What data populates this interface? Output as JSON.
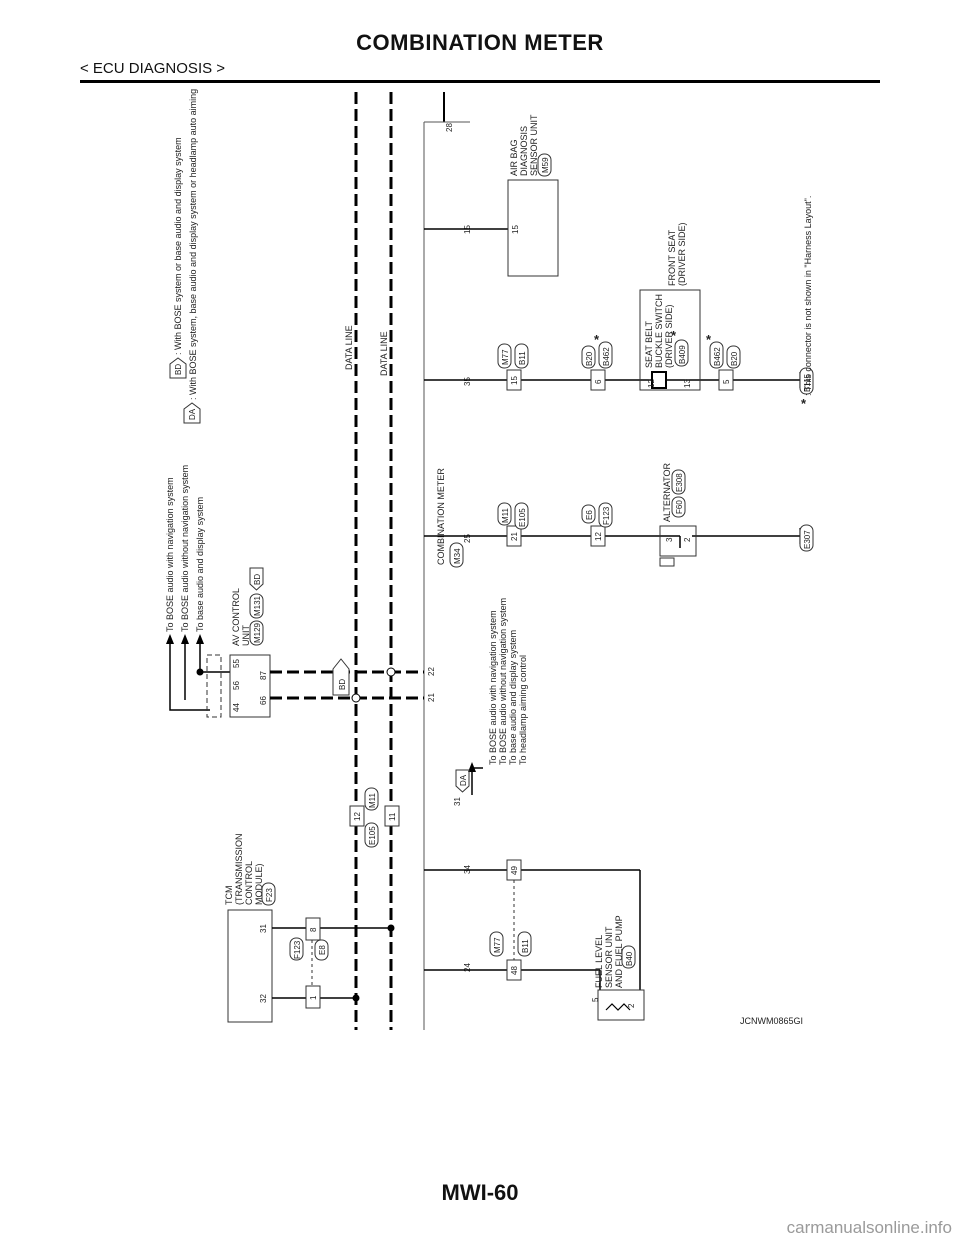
{
  "header": {
    "title": "COMBINATION METER",
    "section": "< ECU DIAGNOSIS >"
  },
  "footer": {
    "page": "MWI-60",
    "watermark": "carmanualsonline.info"
  },
  "diagram": {
    "figure_id": "JCNWM0865GI",
    "legend": {
      "bd_code": "BD",
      "bd_text": ": With BOSE system or base audio and display system",
      "da_code": "DA",
      "da_text": ": With BOSE system, base audio and display system or headlamp auto aiming"
    },
    "data_line_1": "DATA LINE",
    "data_line_2": "DATA LINE",
    "av_dest_1": "To BOSE audio with navigation system",
    "av_dest_2": "To BOSE audio without navigation system",
    "av_dest_3": "To base audio and display system",
    "av_unit_1": "AV CONTROL",
    "av_unit_2": "UNIT",
    "av_conn_1": "M129",
    "av_conn_2": "M131",
    "av_conn_bd": "BD",
    "av_pin_44": "44",
    "av_pin_56": "56",
    "av_pin_55": "55",
    "av_pin_66": "66",
    "av_pin_87": "87",
    "bd_tag": "BD",
    "meter_name": "COMBINATION METER",
    "meter_conn": "M34",
    "meter_pin_28": "28",
    "meter_pin_15": "15",
    "meter_pin_35": "35",
    "meter_pin_25": "25",
    "meter_pin_22": "22",
    "meter_pin_21": "21",
    "meter_pin_31": "31",
    "meter_pin_34": "34",
    "meter_pin_24": "24",
    "da_pin_tag": "DA",
    "meter_da_dest_1": "To BOSE audio with navigation system",
    "meter_da_dest_2": "To BOSE audio without navigation system",
    "meter_da_dest_3": "To base audio and display system",
    "meter_da_dest_4": "To headlamp aiming control",
    "airbag_1": "AIR BAG",
    "airbag_2": "DIAGNOSIS",
    "airbag_3": "SENSOR UNIT",
    "airbag_conn": "M59",
    "airbag_pin": "15",
    "tcm_1": "TCM",
    "tcm_2": "(TRANSMISSION",
    "tcm_3": "CONTROL",
    "tcm_4": "MODULE)",
    "tcm_conn": "F23",
    "tcm_pin_32": "32",
    "tcm_pin_31": "31",
    "jc_f123": "F123",
    "jc_e8": "E8",
    "jc_f123_pin1": "1",
    "jc_f123_pin8": "8",
    "jc_e105": "E105",
    "jc_m11_a": "M11",
    "jc_m11_a_pin12": "12",
    "jc_m11_a_pin11": "11",
    "jc_m77_a": "M77",
    "jc_b11_a": "B11",
    "jc_b11_pin48": "48",
    "jc_b11_pin49": "49",
    "fuel_1": "FUEL LEVEL",
    "fuel_2": "SENSOR UNIT",
    "fuel_3": "AND FUEL PUMP",
    "fuel_conn": "B40",
    "fuel_pin_5": "5",
    "fuel_pin_2": "2",
    "jc_m11_b": "M11",
    "jc_e105_b": "E105",
    "jc_pin21": "21",
    "jc_e6": "E6",
    "jc_f123_b": "F123",
    "jc_pin12": "12",
    "alt_name": "ALTERNATOR",
    "alt_conn_1": "E308",
    "alt_conn_2": "F60",
    "alt_pin_3": "3",
    "alt_pin_2": "2",
    "gnd_e307": "E307",
    "jc_m77_b": "M77",
    "jc_b11_b": "B11",
    "jc_pin15": "15",
    "jc_b20": "B20",
    "jc_b462": "B462",
    "jc_pin6": "6",
    "seatbelt_1": "SEAT BELT",
    "seatbelt_2": "BUCKLE SWITCH",
    "seatbelt_3": "(DRIVER SIDE)",
    "seatbelt_conn": "B409",
    "seatbelt_pin_12": "12",
    "seatbelt_pin_13": "13",
    "front_seat_1": "FRONT SEAT",
    "front_seat_2": "(DRIVER SIDE)",
    "jc_b462_b": "B462",
    "jc_b20_b": "B20",
    "jc_pin5": "5",
    "gnd_b115": "B115",
    "asterisk": "*",
    "star_note": ": This connector is not shown in \"Harness Layout\"."
  }
}
